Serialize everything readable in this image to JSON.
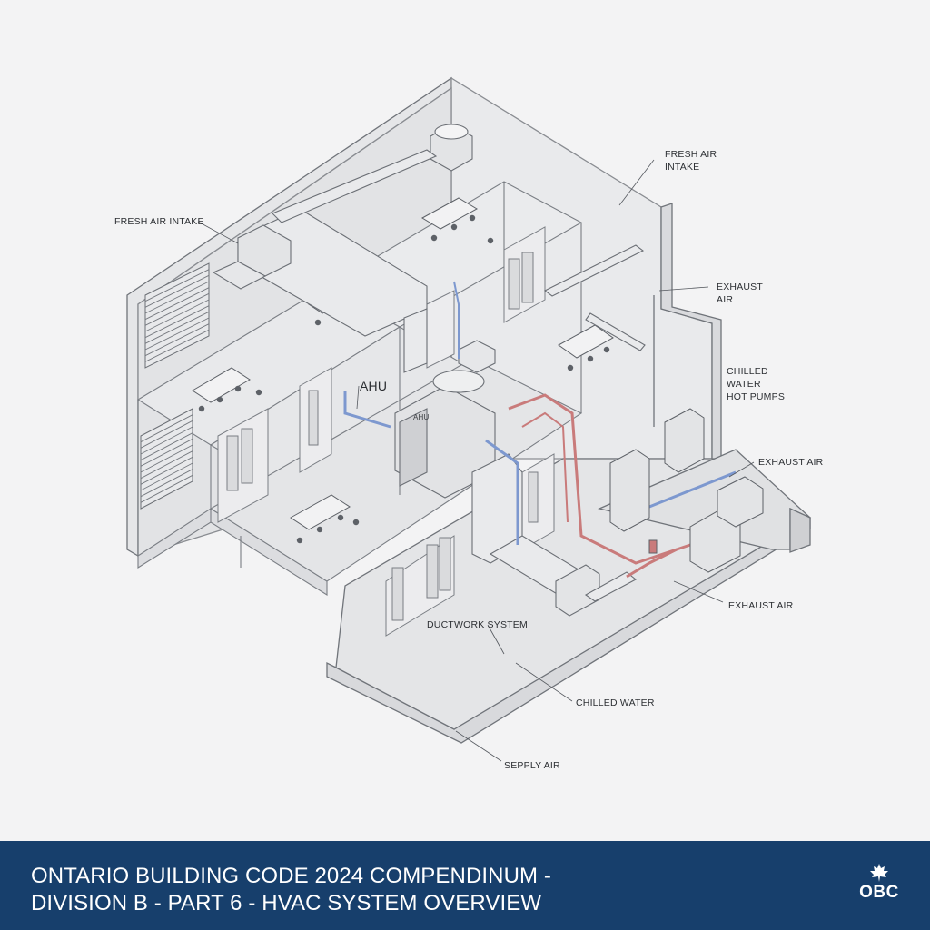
{
  "diagram": {
    "labels": {
      "fresh_air_intake_left": "FRESH AIR INTAKE",
      "fresh_air_intake_right_1": "FRESH AIR",
      "fresh_air_intake_right_2": "INTAKE",
      "exhaust_air_top_1": "EXHAUST",
      "exhaust_air_top_2": "AIR",
      "chilled_water_hot_pumps_1": "CHILLED",
      "chilled_water_hot_pumps_2": "WATER",
      "chilled_water_hot_pumps_3": "HOT PUMPS",
      "exhaust_air_right": "EXHAUST AIR",
      "exhaust_air_lower": "EXHAUST AIR",
      "ahu_callout": "AHU",
      "ahu_unit_text": "AHU",
      "ductwork_system": "DUCTWORK SYSTEM",
      "chilled_water": "CHILLED WATER",
      "supply_air": "SEPPLY AIR"
    },
    "colors": {
      "supply_pipe": "#7d98cf",
      "hot_pipe": "#c97b7b",
      "line": "#6b6f75",
      "wall_fill": "#e6e7e9",
      "floor_fill": "#e1e2e4"
    }
  },
  "footer": {
    "title_line_1": "ONTARIO BUILDING CODE 2024 COMPENDINUM -",
    "title_line_2": "DIVISION B - PART 6 - HVAC SYSTEM OVERVIEW",
    "logo_text": "OBC",
    "logo_icon": "maple-leaf-icon"
  }
}
